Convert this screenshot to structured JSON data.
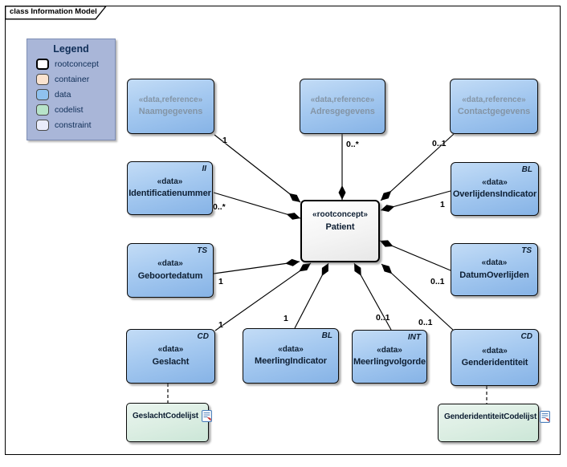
{
  "frame": {
    "title": "class Information Model"
  },
  "legend": {
    "title": "Legend",
    "items": [
      {
        "label": "rootconcept",
        "color": "#ffffff"
      },
      {
        "label": "container",
        "color": "#fbe3cf"
      },
      {
        "label": "data",
        "color": "#8fc1ee"
      },
      {
        "label": "codelist",
        "color": "#b7e3c9"
      },
      {
        "label": "constraint",
        "color": "#e9ecfb"
      }
    ]
  },
  "nodes": [
    {
      "stereotype": "«data,reference»",
      "name": "Naamgegevens"
    },
    {
      "stereotype": "«data,reference»",
      "name": "Adresgegevens"
    },
    {
      "stereotype": "«data,reference»",
      "name": "Contactgegevens"
    },
    {
      "stereotype": "«data»",
      "name": "Identificatienummer",
      "type": "II"
    },
    {
      "stereotype": "«data»",
      "name": "Geboortedatum",
      "type": "TS"
    },
    {
      "stereotype": "«data»",
      "name": "OverlijdensIndicator",
      "type": "BL"
    },
    {
      "stereotype": "«data»",
      "name": "DatumOverlijden",
      "type": "TS"
    },
    {
      "stereotype": "«data»",
      "name": "Geslacht",
      "type": "CD"
    },
    {
      "stereotype": "«data»",
      "name": "MeerlingIndicator",
      "type": "BL"
    },
    {
      "stereotype": "«data»",
      "name": "Meerlingvolgorde",
      "type": "INT"
    },
    {
      "stereotype": "«data»",
      "name": "Genderidentiteit",
      "type": "CD"
    },
    {
      "stereotype": "«rootconcept»",
      "name": "Patient"
    },
    {
      "name": "GeslachtCodelijst"
    },
    {
      "name": "GenderidentiteitCodelijst"
    }
  ],
  "edges": [
    {
      "from": "Naamgegevens",
      "to": "Patient",
      "multiplicity": "1"
    },
    {
      "from": "Adresgegevens",
      "to": "Patient",
      "multiplicity": "0..*"
    },
    {
      "from": "Contactgegevens",
      "to": "Patient",
      "multiplicity": "0..1"
    },
    {
      "from": "Identificatienummer",
      "to": "Patient",
      "multiplicity": "0..*"
    },
    {
      "from": "Geboortedatum",
      "to": "Patient",
      "multiplicity": "1"
    },
    {
      "from": "OverlijdensIndicator",
      "to": "Patient",
      "multiplicity": "1"
    },
    {
      "from": "DatumOverlijden",
      "to": "Patient",
      "multiplicity": "0..1"
    },
    {
      "from": "Geslacht",
      "to": "Patient",
      "multiplicity": "1"
    },
    {
      "from": "MeerlingIndicator",
      "to": "Patient",
      "multiplicity": "1"
    },
    {
      "from": "Meerlingvolgorde",
      "to": "Patient",
      "multiplicity": "0..1"
    },
    {
      "from": "Genderidentiteit",
      "to": "Patient",
      "multiplicity": "0..1"
    },
    {
      "from": "Geslacht",
      "to": "GeslachtCodelijst",
      "style": "dashed"
    },
    {
      "from": "Genderidentiteit",
      "to": "GenderidentiteitCodelijst",
      "style": "dashed"
    }
  ]
}
